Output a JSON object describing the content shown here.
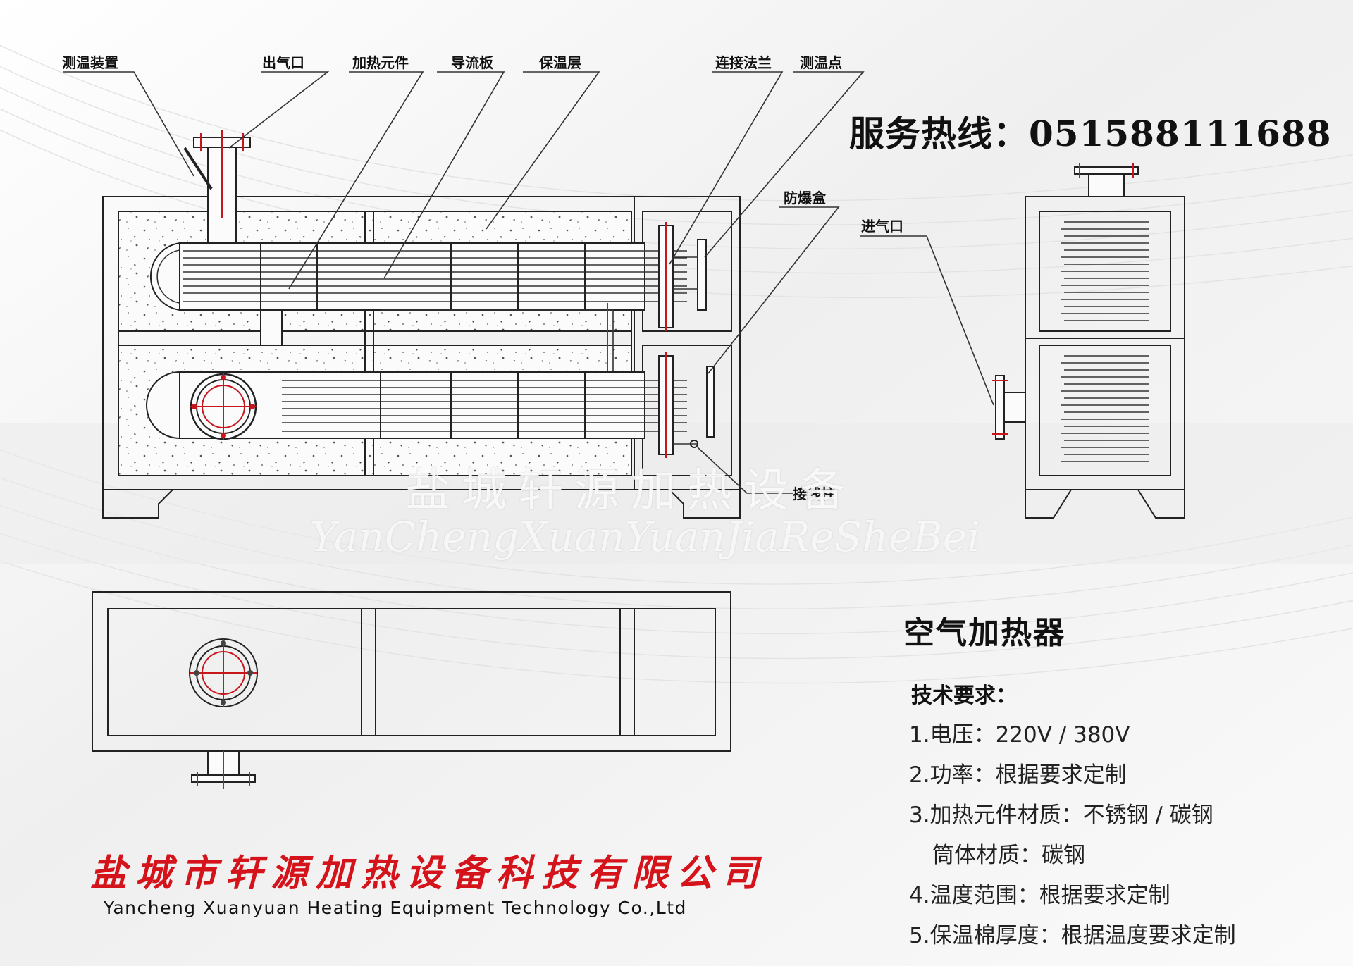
{
  "labels": {
    "temp_device": "测温装置",
    "gas_outlet": "出气口",
    "heating_element": "加热元件",
    "baffle": "导流板",
    "insulation": "保温层",
    "flange": "连接法兰",
    "temp_point": "测温点",
    "explosion_box": "防爆盒",
    "gas_inlet": "进气口",
    "terminal": "接线柱"
  },
  "hotline": "服务热线：051588111688",
  "watermark": {
    "cn": "盐城轩源加热设备",
    "en": "YanChengXuanYuanJiaReSheBei"
  },
  "product_name": "空气加热器",
  "spec_title": "技术要求：",
  "specs": [
    "1.电压：220V / 380V",
    "2.功率：根据要求定制",
    "3.加热元件材质：不锈钢 / 碳钢",
    "筒体材质：碳钢",
    "4.温度范围：根据要求定制",
    "5.保温棉厚度：根据温度要求定制"
  ],
  "company": {
    "cn": "盐城市轩源加热设备科技有限公司",
    "en": "Yancheng Xuanyuan Heating Equipment Technology Co.,Ltd"
  },
  "colors": {
    "brand_red": "#d4131b",
    "line": "#222222"
  }
}
